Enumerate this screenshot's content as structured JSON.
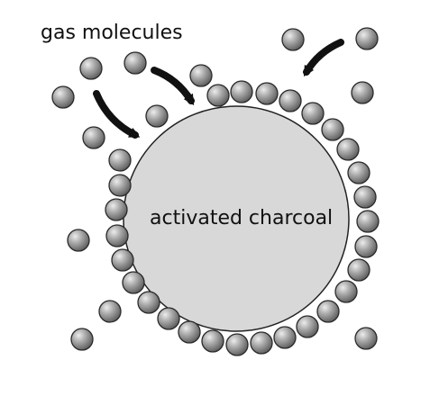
{
  "labels": {
    "gas_molecules": "gas molecules",
    "activated_charcoal": "activated charcoal"
  },
  "colors": {
    "charcoal_fill": "#d8d8d8",
    "molecule_light": "#e6e6e6",
    "molecule_mid": "#a8a8a8",
    "molecule_dark": "#666666",
    "outline": "#222222",
    "arrow": "#111111"
  },
  "icons": {
    "molecule": "molecule-sphere",
    "arrow": "curved-arrow"
  }
}
